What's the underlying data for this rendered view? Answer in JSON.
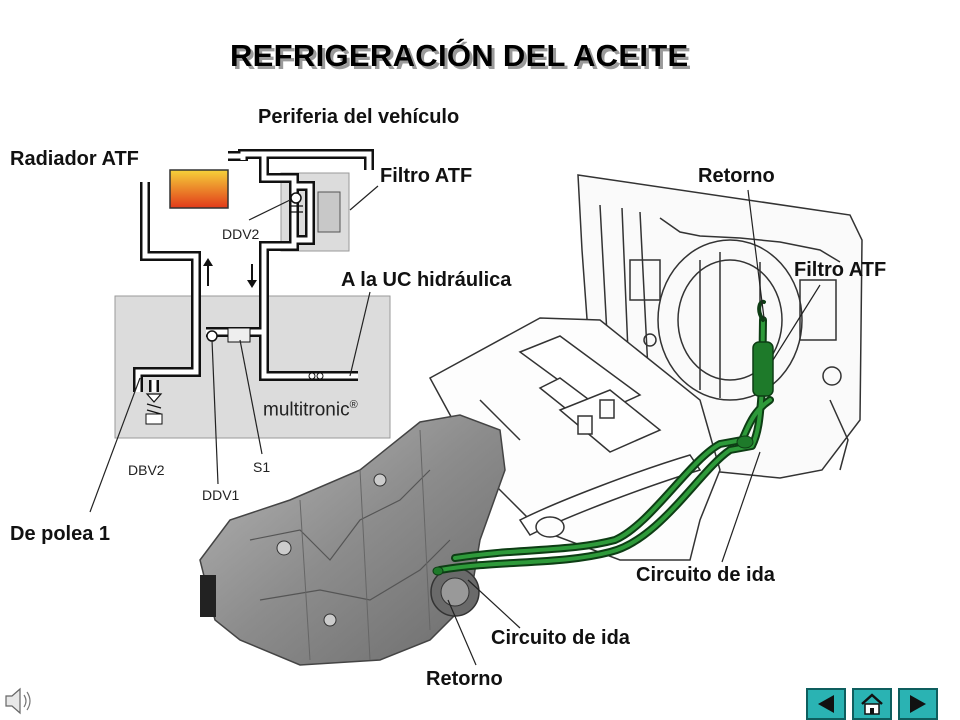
{
  "title": "REFRIGERACIÓN DEL ACEITE",
  "labels": {
    "periferia": "Periferia del vehículo",
    "radiador": "Radiador ATF",
    "filtro_left": "Filtro ATF",
    "uc_hidraulica": "A la UC hidráulica",
    "retorno_top": "Retorno",
    "filtro_right": "Filtro ATF",
    "de_polea": "De polea 1",
    "circuito_ida_right": "Circuito de ida",
    "circuito_ida_bottom": "Circuito de ida",
    "retorno_bottom": "Retorno"
  },
  "schematic": {
    "ddv2": "DDV2",
    "dbv2": "DBV2",
    "ddv1": "DDV1",
    "s1": "S1",
    "brand": "multitronic"
  },
  "colors": {
    "radiator_top": "#f5d23a",
    "radiator_bottom": "#e23a1a",
    "pipe_green": "#1e7a2a",
    "housing_gray": "#dcdcdc",
    "nav_button": "#2ab3b3"
  },
  "nav": {
    "prev_icon": "arrow-left-icon",
    "home_icon": "home-icon",
    "next_icon": "arrow-right-icon"
  }
}
